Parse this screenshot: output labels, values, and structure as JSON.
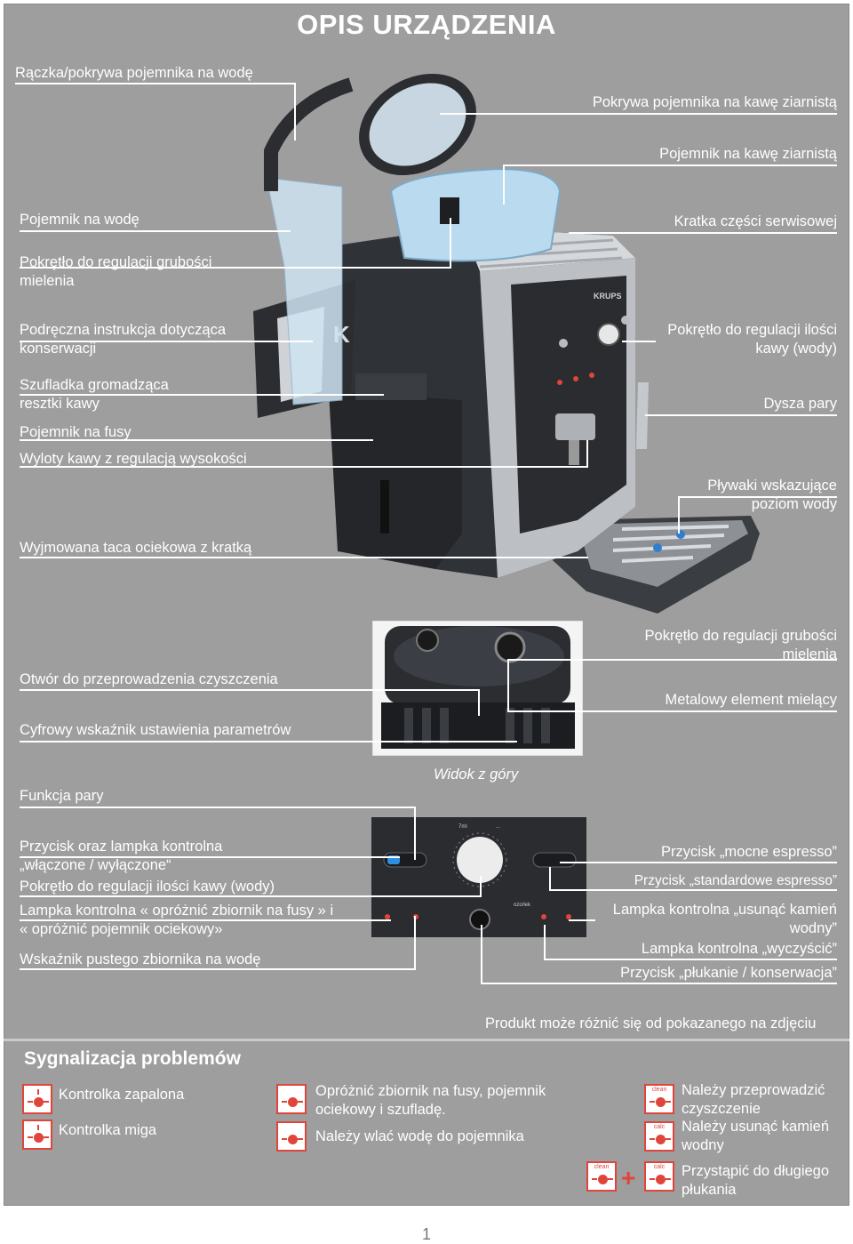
{
  "title": "OPIS URZĄDZENIA",
  "labels": {
    "handle_lid": "Rączka/pokrywa pojemnika na wodę",
    "bean_lid": "Pokrywa pojemnika na kawę ziarnistą",
    "bean_container": "Pojemnik na kawę ziarnistą",
    "water_tank": "Pojemnik na wodę",
    "service_grille": "Kratka części serwisowej",
    "grind_knob": "Pokrętło do regulacji grubości\nmielenia",
    "maintenance_guide": "Podręczna instrukcja dotycząca\nkonserwacji",
    "coffee_amount_knob": "Pokrętło do regulacji ilości\nkawy (wody)",
    "coffee_drawer": "Szufladka gromadząca\nresztki kawy",
    "steam_nozzle": "Dysza pary",
    "grounds_container": "Pojemnik na fusy",
    "outlets": "Wyloty kawy z regulacją wysokości",
    "floats": "Pływaki wskazujące\npoziom wody",
    "drip_tray": "Wyjmowana taca ociekowa z kratką"
  },
  "top_view": {
    "grind_knob": "Pokrętło do regulacji grubości\nmielenia",
    "cleaning_opening": "Otwór do przeprowadzenia czyszczenia",
    "metal_grinder": "Metalowy element mielący",
    "digital_indicator": "Cyfrowy wskaźnik ustawienia parametrów",
    "caption": "Widok z góry"
  },
  "panel_labels": {
    "steam_function": "Funkcja pary",
    "onoff": "Przycisk oraz lampka kontrolna\n„włączone / wyłączone“",
    "amount_knob": "Pokrętło do regulacji ilości kawy (wody)",
    "empty_lamp": "Lampka kontrolna « opróżnić zbiornik na fusy » i\n« opróżnić pojemnik ociekowy»",
    "water_empty": "Wskaźnik pustego zbiornika na wodę",
    "strong_espresso": "Przycisk „mocne espresso”",
    "standard_espresso": "Przycisk „standardowe espresso”",
    "descale_lamp": "Lampka kontrolna „usunąć kamień\nwodny”",
    "clean_lamp": "Lampka kontrolna „wyczyścić”",
    "rinse_button": "Przycisk „płukanie / konserwacja”"
  },
  "disclaimer": "Produkt może różnić się od pokazanego na zdjęciu",
  "problems": {
    "title": "Sygnalizacja problemów",
    "lit": "Kontrolka zapalona",
    "blink": "Kontrolka miga",
    "empty_grounds": "Opróżnić zbiornik na fusy, pojemnik\nociekowy i szufladę.",
    "add_water": "Należy wlać wodę do pojemnika",
    "clean": "Należy przeprowadzić\nczyszczenie",
    "descale": "Należy usunąć kamień\nwodny",
    "long_rinse": "Przystąpić do długiego\npłukania",
    "icon_clean": "clean",
    "icon_calc": "calc",
    "plus": "+"
  },
  "page_number": "1",
  "colors": {
    "panel": "#9e9e9e",
    "text": "#ffffff",
    "alert": "#e0453b"
  }
}
